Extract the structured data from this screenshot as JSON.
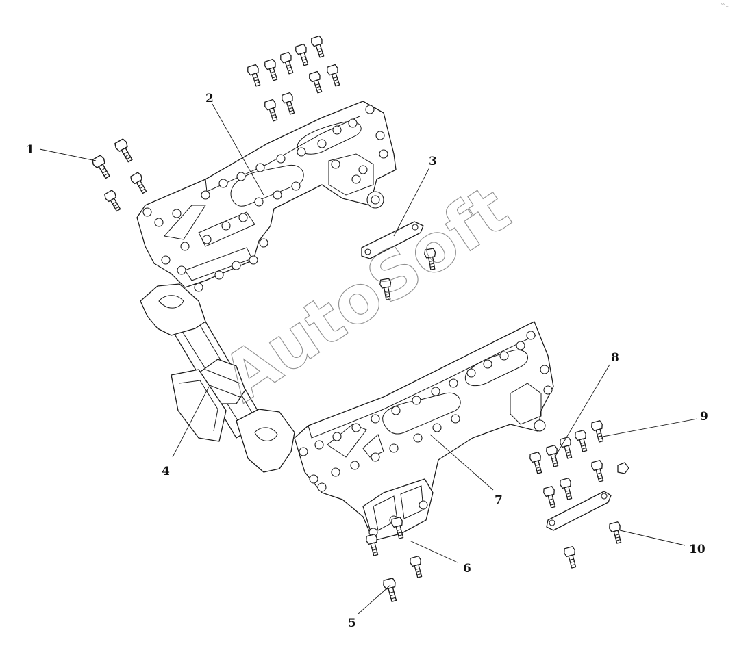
{
  "watermark": "AutoSoft",
  "corner_mark": "°° ...",
  "callouts": [
    "1",
    "2",
    "3",
    "4",
    "5",
    "6",
    "7",
    "8",
    "9",
    "10"
  ],
  "colors": {
    "line": "#1a1a1a",
    "background": "#ffffff",
    "watermark": "#6a6a6a"
  },
  "parts": [
    "bolt",
    "upper-frame-rail",
    "link-plate",
    "cross-member-tube",
    "bolt",
    "nut",
    "lower-frame-rail",
    "bolt",
    "bolt",
    "bolt"
  ]
}
